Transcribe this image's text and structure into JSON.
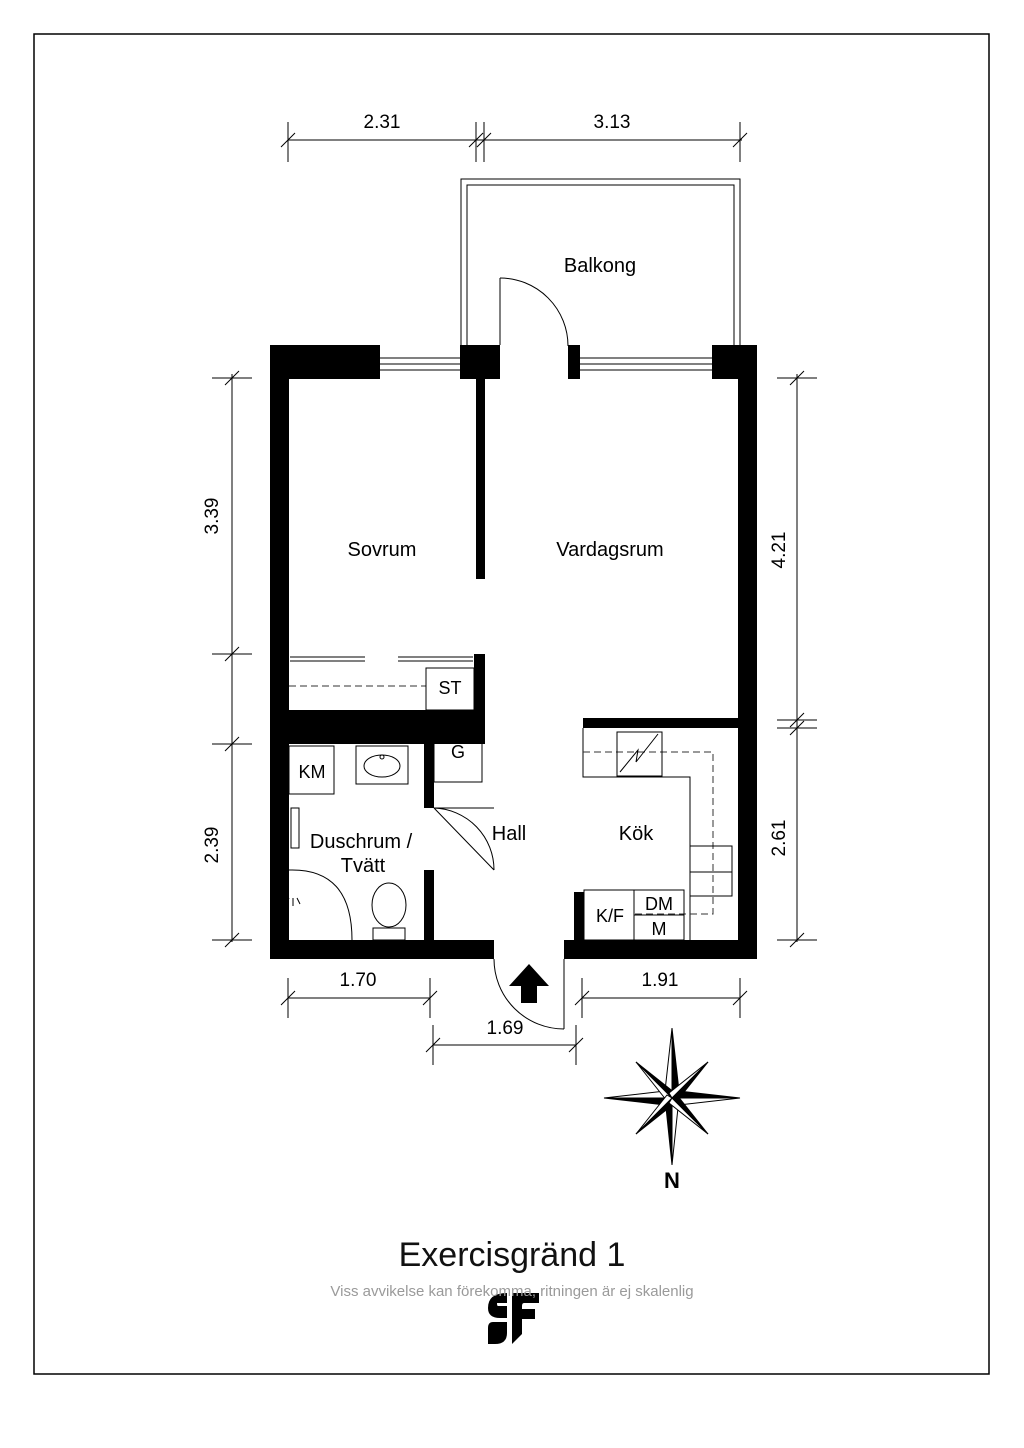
{
  "title": "Exercisgränd 1",
  "disclaimer": "Viss avvikelse kan förekomma, ritningen är ej skalenlig",
  "compass_label": "N",
  "rooms": {
    "balcony": "Balkong",
    "bedroom": "Sovrum",
    "living_room": "Vardagsrum",
    "hall": "Hall",
    "kitchen": "Kök",
    "bathroom_line1": "Duschrum /",
    "bathroom_line2": "Tvätt"
  },
  "fixtures": {
    "storage": "ST",
    "closet": "G",
    "washing_machine": "KM",
    "fridge_freezer": "K/F",
    "dishwasher": "DM",
    "microwave": "M"
  },
  "dimensions": {
    "top_left": "2.31",
    "top_right": "3.13",
    "left_upper": "3.39",
    "left_lower": "2.39",
    "right_upper": "4.21",
    "right_lower": "2.61",
    "bottom_left": "1.70",
    "bottom_entrance": "1.69",
    "bottom_right": "1.91"
  },
  "colors": {
    "wall": "#000000",
    "background": "#ffffff",
    "disclaimer": "#9a9a9a"
  }
}
